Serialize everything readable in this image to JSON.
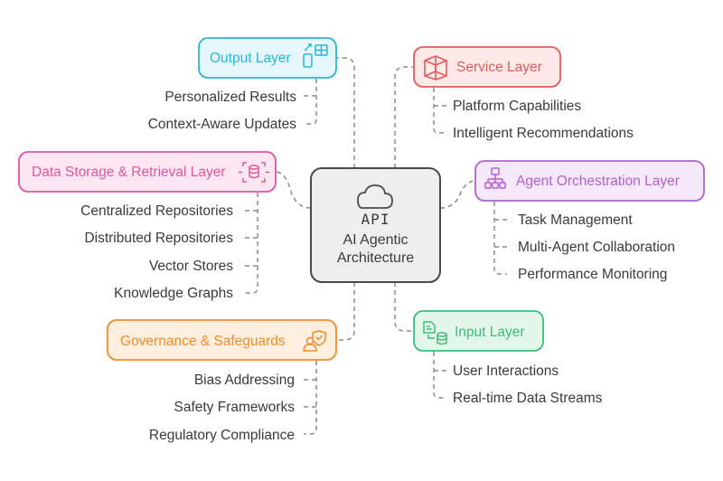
{
  "center": {
    "icon_text": "API",
    "title_line1": "AI Agentic",
    "title_line2": "Architecture",
    "icon": "cloud-icon"
  },
  "nodes": {
    "output": {
      "title": "Output Layer",
      "icon": "devices-icon",
      "color": "#29b6d8",
      "fill": "#e6f6fb",
      "items": [
        "Personalized Results",
        "Context-Aware Updates"
      ]
    },
    "service": {
      "title": "Service Layer",
      "icon": "cube-icon",
      "color": "#e25b5b",
      "fill": "#fde9e7",
      "items": [
        "Platform Capabilities",
        "Intelligent Recommendations"
      ]
    },
    "data_storage": {
      "title": "Data Storage & Retrieval Layer",
      "icon": "database-scan-icon",
      "color": "#e0579b",
      "fill": "#fce6f1",
      "items": [
        "Centralized Repositories",
        "Distributed Repositories",
        "Vector Stores",
        "Knowledge Graphs"
      ]
    },
    "agent_orchestration": {
      "title": "Agent Orchestration Layer",
      "icon": "hierarchy-icon",
      "color": "#b45fcf",
      "fill": "#f4e8fa",
      "items": [
        "Task Management",
        "Multi-Agent Collaboration",
        "Performance Monitoring"
      ]
    },
    "governance": {
      "title": "Governance & Safeguards",
      "icon": "user-shield-icon",
      "color": "#ef8c2b",
      "fill": "#fdeedd",
      "items": [
        "Bias Addressing",
        "Safety Frameworks",
        "Regulatory Compliance"
      ]
    },
    "input": {
      "title": "Input Layer",
      "icon": "file-database-icon",
      "color": "#3bbd78",
      "fill": "#e3f6ea",
      "items": [
        "User Interactions",
        "Real-time Data Streams"
      ]
    }
  },
  "colors": {
    "center_stroke": "#4a4a4a",
    "center_fill": "#eeeeee",
    "connector": "#8c8c8c",
    "text": "#3a3a3a"
  }
}
